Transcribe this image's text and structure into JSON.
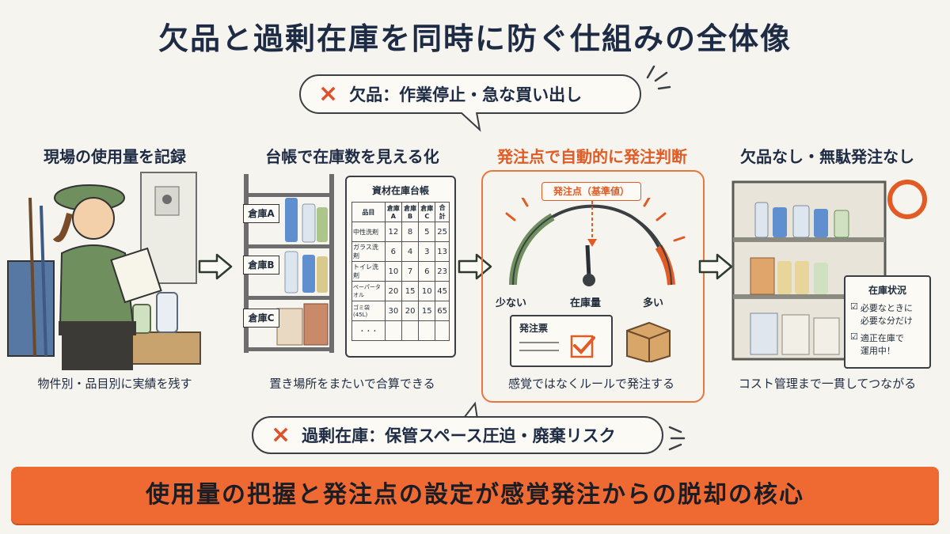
{
  "title": "欠品と過剰在庫を同時に防ぐ仕組みの全体像",
  "top_bubble": {
    "icon": "×",
    "text": "欠品：作業停止・急な買い出し"
  },
  "bottom_bubble": {
    "icon": "×",
    "text": "過剰在庫：保管スペース圧迫・廃棄リスク"
  },
  "steps": [
    {
      "title": "現場の使用量を記録",
      "caption": "物件別・品目別に実績を残す"
    },
    {
      "title": "台帳で在庫数を見える化",
      "caption": "置き場所をまたいで合算できる"
    },
    {
      "title": "発注点で自動的に発注判断",
      "caption": "感覚ではなくルールで発注する"
    },
    {
      "title": "欠品なし・無駄発注なし",
      "caption": "コスト管理まで一貫してつながる"
    }
  ],
  "shelf_labels": [
    "倉庫A",
    "倉庫B",
    "倉庫C"
  ],
  "ledger": {
    "title": "資材在庫台帳",
    "headers": [
      "品目",
      "倉庫A",
      "倉庫B",
      "倉庫C",
      "合計"
    ],
    "rows": [
      [
        "中性洗剤",
        "12",
        "8",
        "5",
        "25"
      ],
      [
        "ガラス洗剤",
        "6",
        "4",
        "3",
        "13"
      ],
      [
        "トイレ洗剤",
        "10",
        "7",
        "6",
        "23"
      ],
      [
        "ペーパータオル",
        "20",
        "15",
        "10",
        "45"
      ],
      [
        "ゴミ袋(45L)",
        "30",
        "20",
        "15",
        "65"
      ],
      [
        "・・・",
        "",
        "",
        "",
        ""
      ]
    ]
  },
  "gauge": {
    "point_label": "発注点（基準値）",
    "low": "少ない",
    "mid": "在庫量",
    "high": "多い",
    "order_slip": "発注票"
  },
  "status_card": {
    "title": "在庫状況",
    "line1a": "必要なときに",
    "line1b": "必要な分だけ",
    "line2a": "適正在庫で",
    "line2b": "運用中！"
  },
  "banner": "使用量の把握と発注点の設定が感覚発注からの脱却の核心",
  "colors": {
    "accent": "#ef6a33",
    "navy": "#1e2b44",
    "green": "#6f8f5e"
  }
}
